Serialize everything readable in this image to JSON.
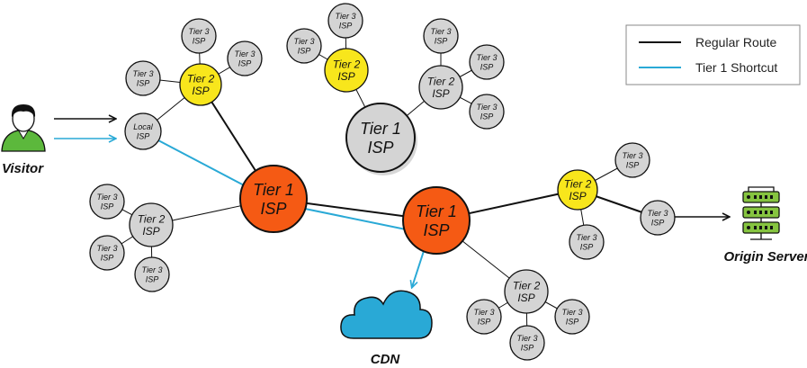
{
  "colors": {
    "regular": "#111111",
    "shortcut": "#29a9d6",
    "tier1": "#f55a14",
    "tier1_grey": "#d4d4d4",
    "tier2": "#f8e61c",
    "tier3": "#d4d4d4",
    "visitor": "#5cb83c",
    "server": "#86c440"
  },
  "legend": {
    "regular": "Regular Route",
    "shortcut": "Tier 1 Shortcut"
  },
  "labels": {
    "visitor": "Visitor",
    "origin": "Origin Server",
    "cdn": "CDN"
  },
  "tiers": {
    "tier1": [
      "Tier 1",
      "ISP"
    ],
    "tier2": [
      "Tier 2",
      "ISP"
    ],
    "tier3": [
      "Tier 3",
      "ISP"
    ],
    "local": [
      "Local",
      "ISP"
    ]
  }
}
